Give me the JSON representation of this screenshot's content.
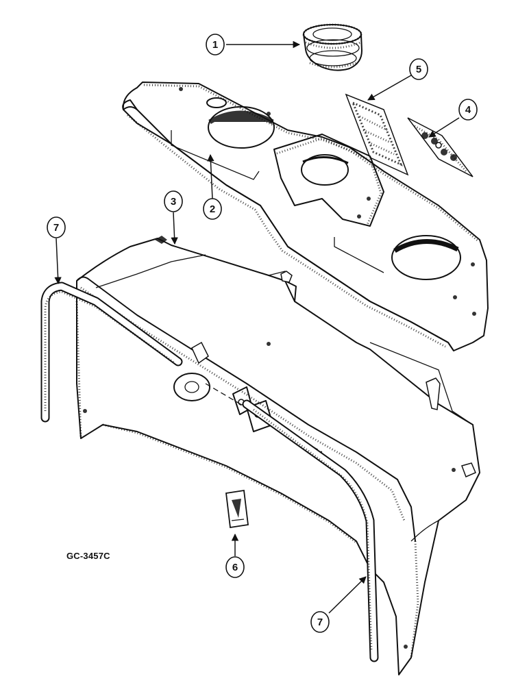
{
  "figure": {
    "code": "GC-3457C"
  },
  "callouts": [
    {
      "id": "c1",
      "number": "1"
    },
    {
      "id": "c2",
      "number": "2"
    },
    {
      "id": "c3",
      "number": "3"
    },
    {
      "id": "c4",
      "number": "4"
    },
    {
      "id": "c5",
      "number": "5"
    },
    {
      "id": "c6",
      "number": "6"
    },
    {
      "id": "c7a",
      "number": "7"
    },
    {
      "id": "c7b",
      "number": "7"
    }
  ]
}
